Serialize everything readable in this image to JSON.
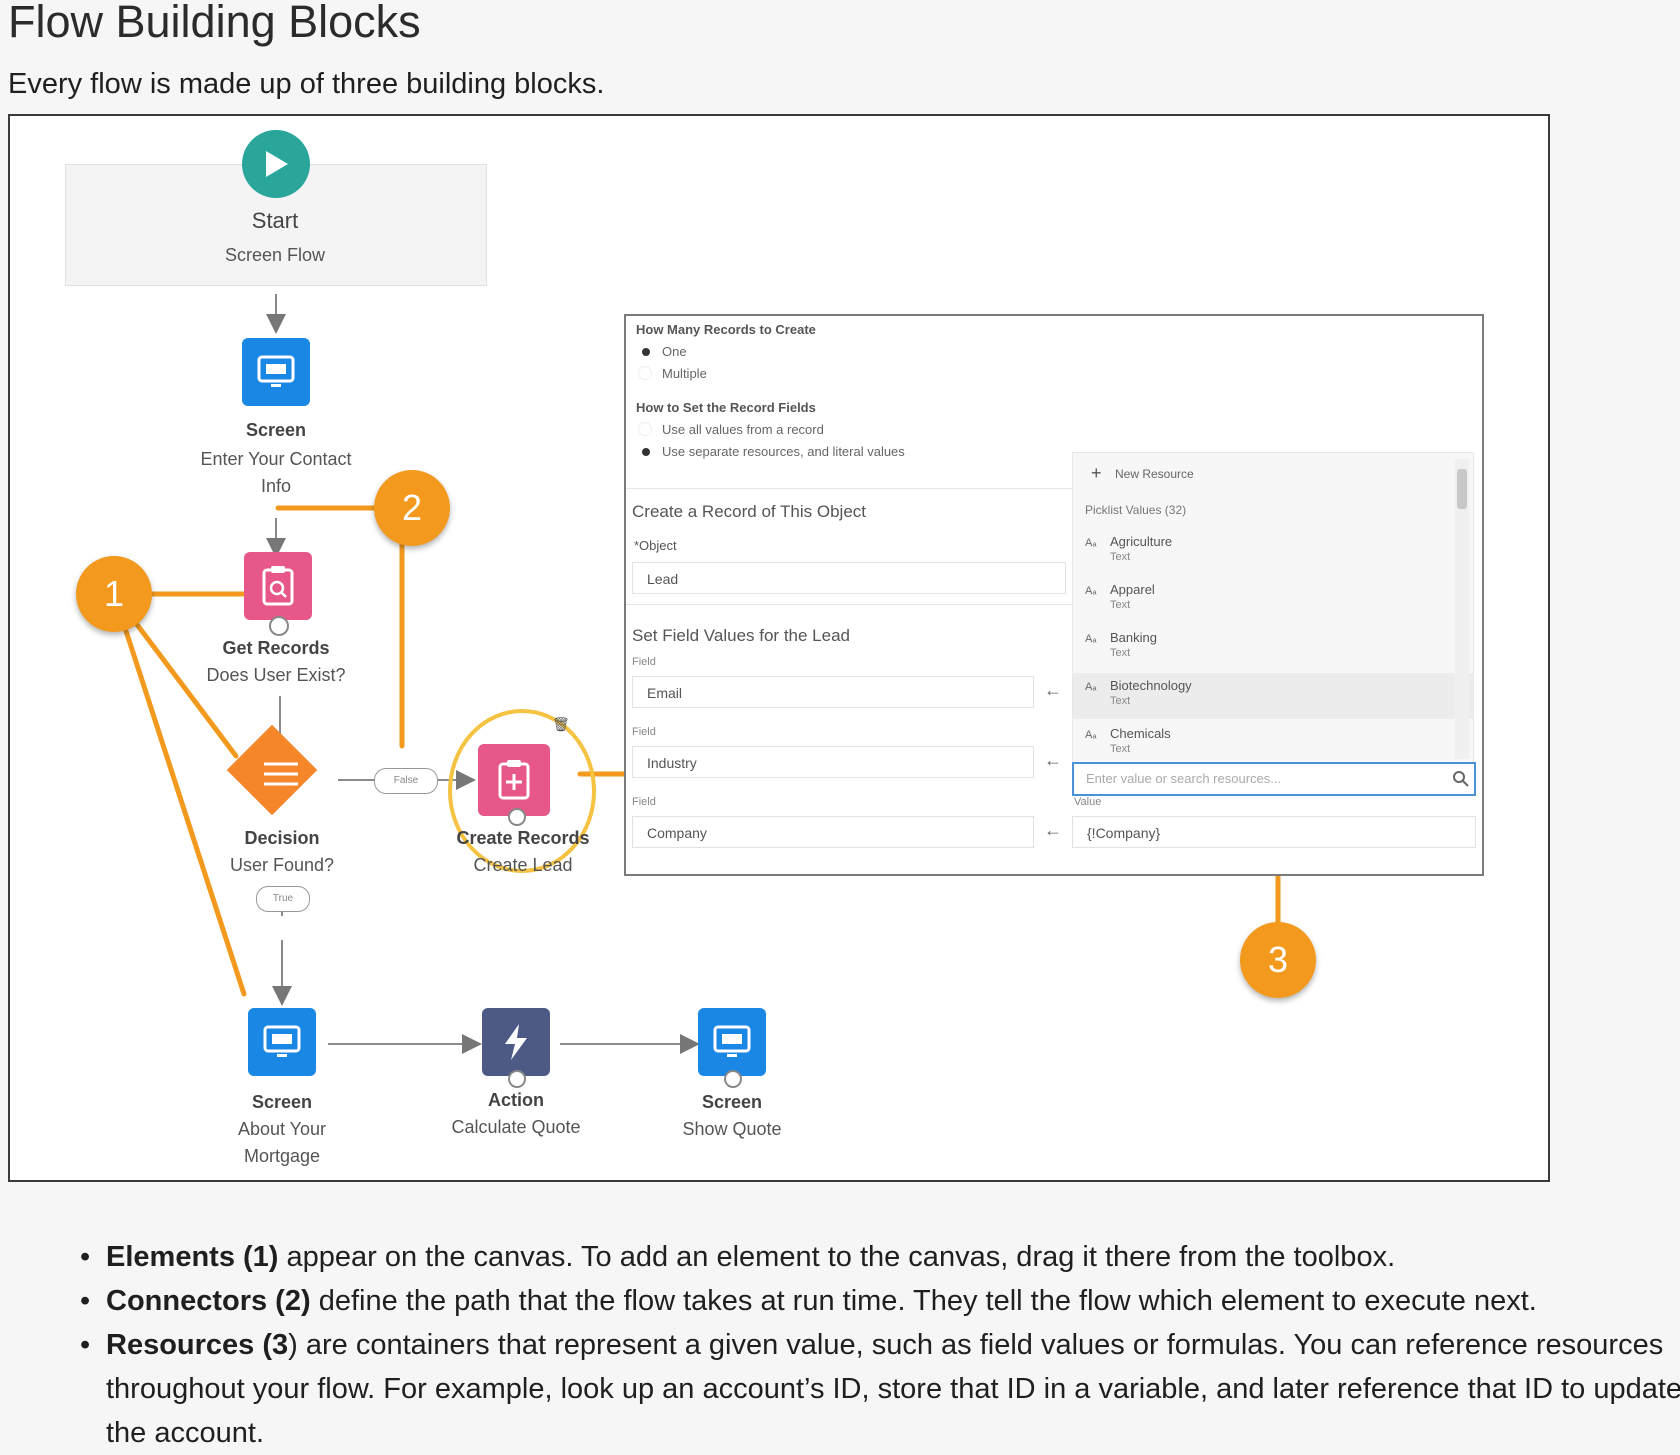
{
  "page": {
    "title": "Flow Building Blocks",
    "intro": "Every flow is made up of three building blocks."
  },
  "flow": {
    "start": {
      "title": "Start",
      "sub": "Screen Flow"
    },
    "screen1": {
      "title": "Screen",
      "sub": "Enter Your Contact Info"
    },
    "get_records": {
      "title": "Get Records",
      "sub": "Does User Exist?"
    },
    "decision": {
      "title": "Decision",
      "sub": "User Found?"
    },
    "create_records": {
      "title": "Create Records",
      "sub": "Create Lead"
    },
    "screen2": {
      "title": "Screen",
      "sub": "About Your Mortgage"
    },
    "action": {
      "title": "Action",
      "sub": "Calculate Quote"
    },
    "screen3": {
      "title": "Screen",
      "sub": "Show Quote"
    },
    "false_label": "False",
    "true_label": "True",
    "badges": [
      "1",
      "2",
      "3"
    ]
  },
  "panel": {
    "how_many_label": "How Many Records to Create",
    "opt_one": "One",
    "opt_multiple": "Multiple",
    "how_set_label": "How to Set the Record Fields",
    "opt_all_values": "Use all values from a record",
    "opt_separate": "Use separate resources, and literal values",
    "create_record_heading": "Create a Record of This Object",
    "object_label": "*Object",
    "object_value": "Lead",
    "set_field_heading": "Set Field Values for the Lead",
    "field_label": "Field",
    "fields": [
      "Email",
      "Industry",
      "Company"
    ],
    "value_label": "Value",
    "company_value": "{!Company}",
    "search_placeholder": "Enter value or search resources...",
    "new_resource": "New Resource",
    "picklist_header": "Picklist Values (32)",
    "picklist": [
      {
        "name": "Agriculture",
        "type": "Text"
      },
      {
        "name": "Apparel",
        "type": "Text"
      },
      {
        "name": "Banking",
        "type": "Text"
      },
      {
        "name": "Biotechnology",
        "type": "Text"
      },
      {
        "name": "Chemicals",
        "type": "Text"
      }
    ]
  },
  "bullets": [
    {
      "bold": "Elements (1)",
      "text": " appear on the canvas. To add an element to the canvas, drag it there from the toolbox."
    },
    {
      "bold": "Connectors (2)",
      "text": " define the path that the flow takes at run time. They tell the flow which element to execute next."
    },
    {
      "bold": "Resources (3",
      "text": ") are containers that represent a given value, such as field values or formulas. You can reference resources throughout your flow. For example, look up an account’s ID, store that ID in a variable, and later reference that ID to update the account."
    }
  ],
  "colors": {
    "accent_orange": "#f39a1e",
    "screen_blue": "#1b87e5",
    "records_pink": "#e8578a",
    "decision_orange": "#f6862a",
    "action_slate": "#4e5a86",
    "start_teal": "#2aa59a"
  }
}
